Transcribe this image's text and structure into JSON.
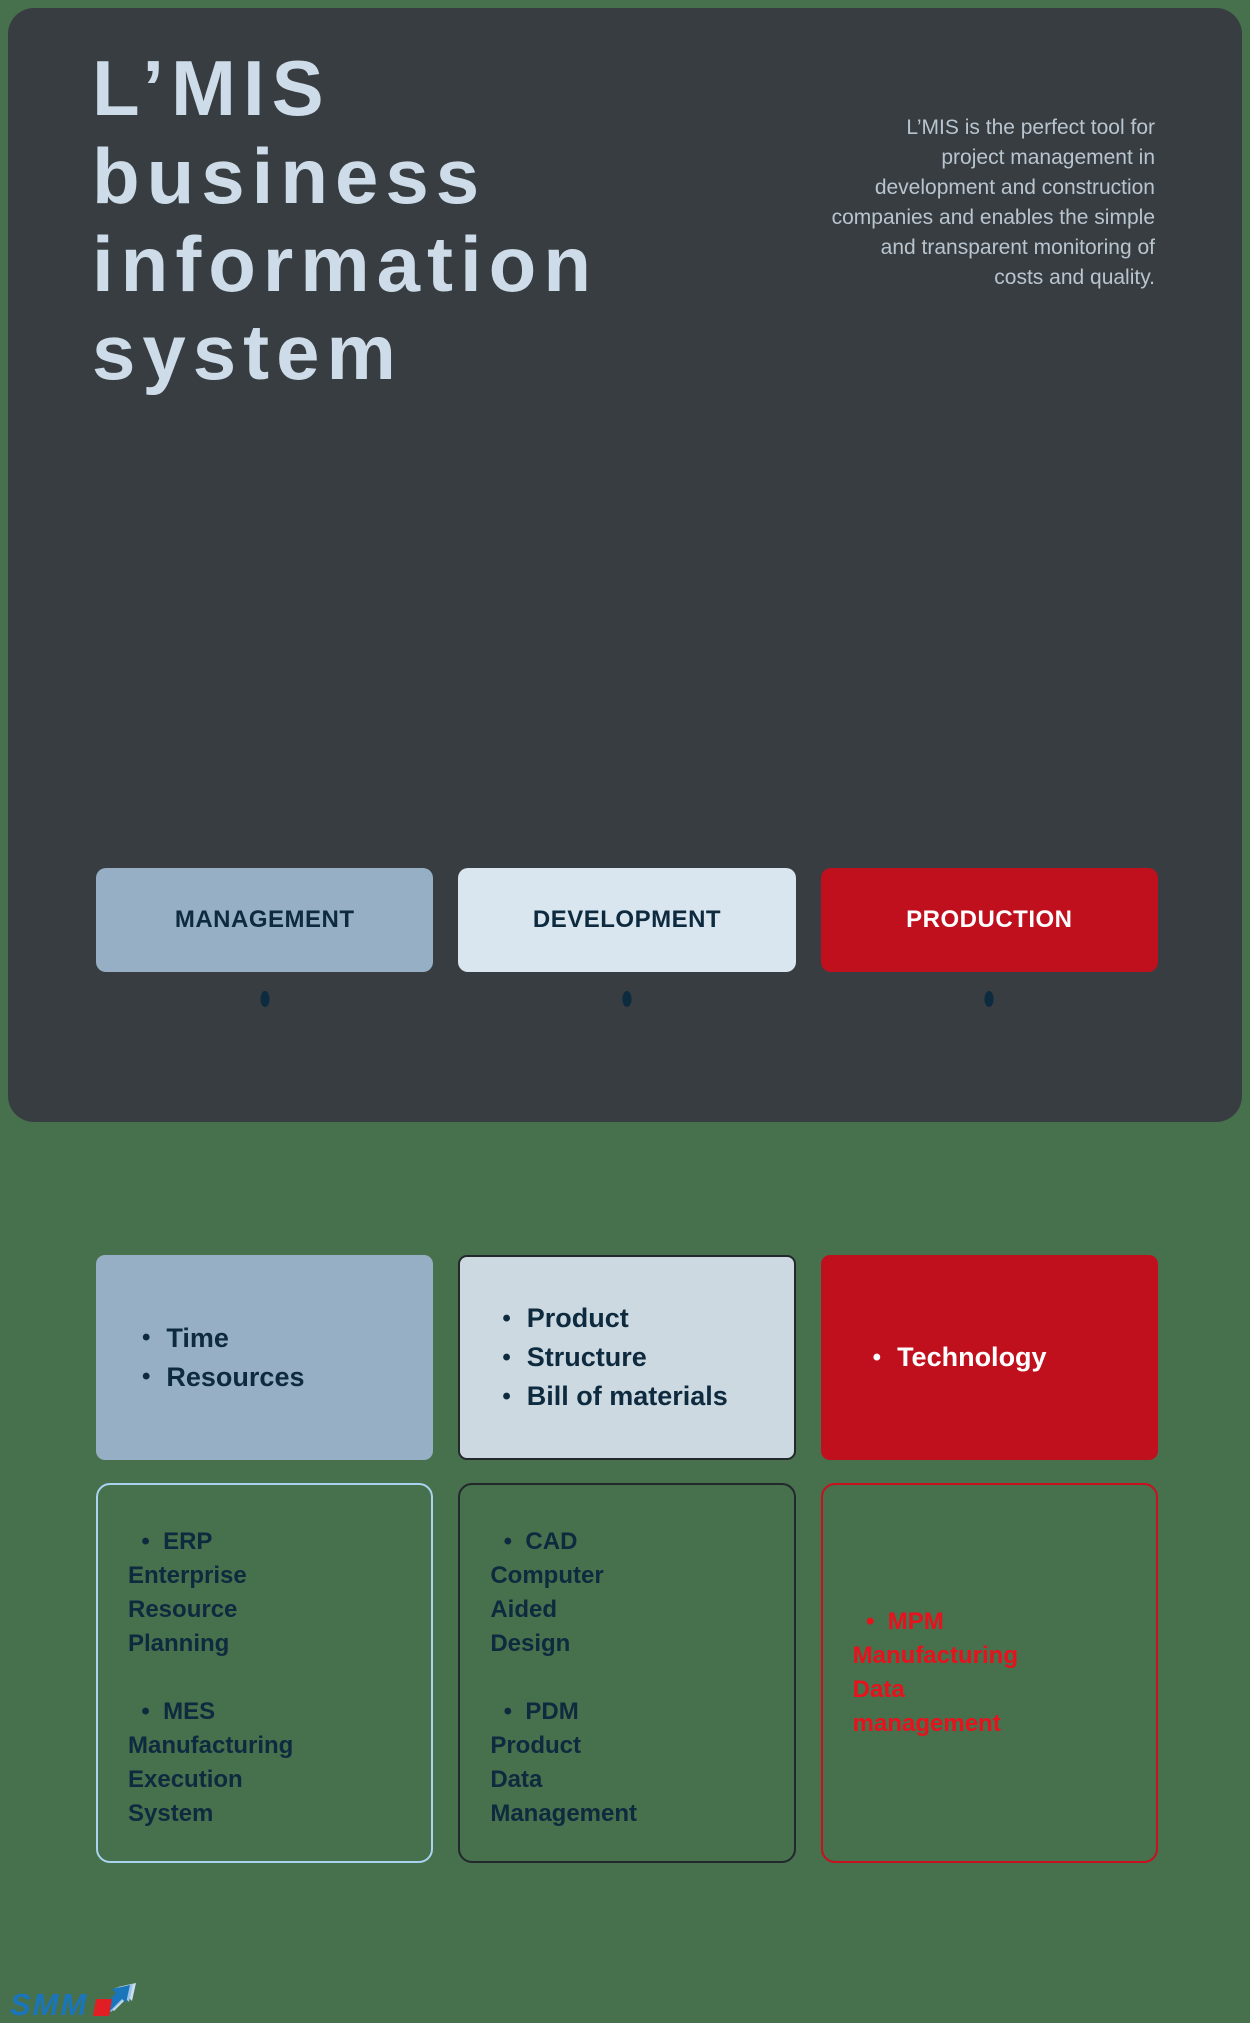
{
  "colors": {
    "page_bg": "#47704d",
    "panel_bg": "#383d42",
    "title_text": "#cddce8",
    "description_text": "#b9c5ce",
    "navy_text": "#0e2a3f",
    "col1_fill": "#97afc4",
    "col2_button_fill": "#d9e6ef",
    "col2_box_fill": "#ccd9e1",
    "col2_box_border": "#23282d",
    "col1_outline": "#a9d3ee",
    "col2_outline": "#23282d",
    "red_fill": "#c1101d",
    "red_border": "#c8101e",
    "red_text": "#e8111e",
    "connector": "#0d2b3e",
    "logo_blue": "#1a75bb",
    "logo_red": "#e21e25"
  },
  "header": {
    "title": "L’MIS\nbusiness\ninformation\nsystem",
    "description": "L’MIS is the perfect tool for\nproject management in\ndevelopment and construction\ncompanies and enables the simple\nand transparent monitoring of\ncosts and quality."
  },
  "columns": [
    {
      "button_label": "MANAGEMENT",
      "summary_items": [
        "Time",
        "Resources"
      ],
      "detail_text": "  •  ERP\nEnterprise\nResource\nPlanning\n\n  •  MES\nManufacturing\nExecution\nSystem"
    },
    {
      "button_label": "DEVELOPMENT",
      "summary_items": [
        "Product",
        "Structure",
        "Bill of materials"
      ],
      "detail_text": "  •  CAD\nComputer\nAided\nDesign\n\n  •  PDM\nProduct\nData\nManagement"
    },
    {
      "button_label": "PRODUCTION",
      "summary_items": [
        "Technology"
      ],
      "detail_text": "  •  MPM\nManufacturing\nData\nmanagement"
    }
  ],
  "logo": {
    "text": "SMM"
  }
}
